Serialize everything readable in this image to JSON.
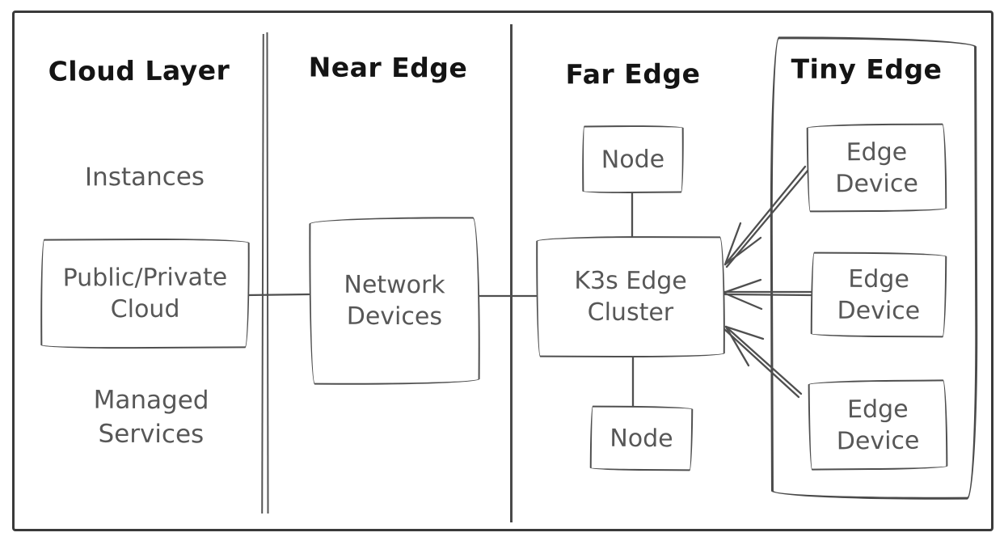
{
  "diagram": {
    "type": "edge-computing-architecture-sketch",
    "columns": [
      {
        "header": "Cloud Layer"
      },
      {
        "header": "Near Edge"
      },
      {
        "header": "Far Edge"
      },
      {
        "header": "Tiny Edge"
      }
    ],
    "cloud_layer": {
      "label_top": "Instances",
      "box": "Public/Private Cloud",
      "label_bottom": "Managed Services"
    },
    "near_edge": {
      "box": "Network Devices"
    },
    "far_edge": {
      "node_top": "Node",
      "cluster": "K3s Edge Cluster",
      "node_bottom": "Node"
    },
    "tiny_edge": {
      "devices": [
        "Edge Device",
        "Edge Device",
        "Edge Device"
      ]
    },
    "connections": [
      {
        "from": "Public/Private Cloud",
        "to": "Network Devices",
        "arrow": false
      },
      {
        "from": "Network Devices",
        "to": "K3s Edge Cluster",
        "arrow": false
      },
      {
        "from": "Node (top)",
        "to": "K3s Edge Cluster",
        "arrow": false
      },
      {
        "from": "K3s Edge Cluster",
        "to": "Node (bottom)",
        "arrow": false
      },
      {
        "from": "Edge Device 1",
        "to": "K3s Edge Cluster",
        "arrow": true
      },
      {
        "from": "Edge Device 2",
        "to": "K3s Edge Cluster",
        "arrow": true
      },
      {
        "from": "Edge Device 3",
        "to": "K3s Edge Cluster",
        "arrow": true
      }
    ],
    "colors": {
      "background": "#ffffff",
      "header_ink": "#141414",
      "label_ink": "#575757",
      "line_ink": "#4f4f4f",
      "frame_ink": "#3a3a3a"
    }
  }
}
